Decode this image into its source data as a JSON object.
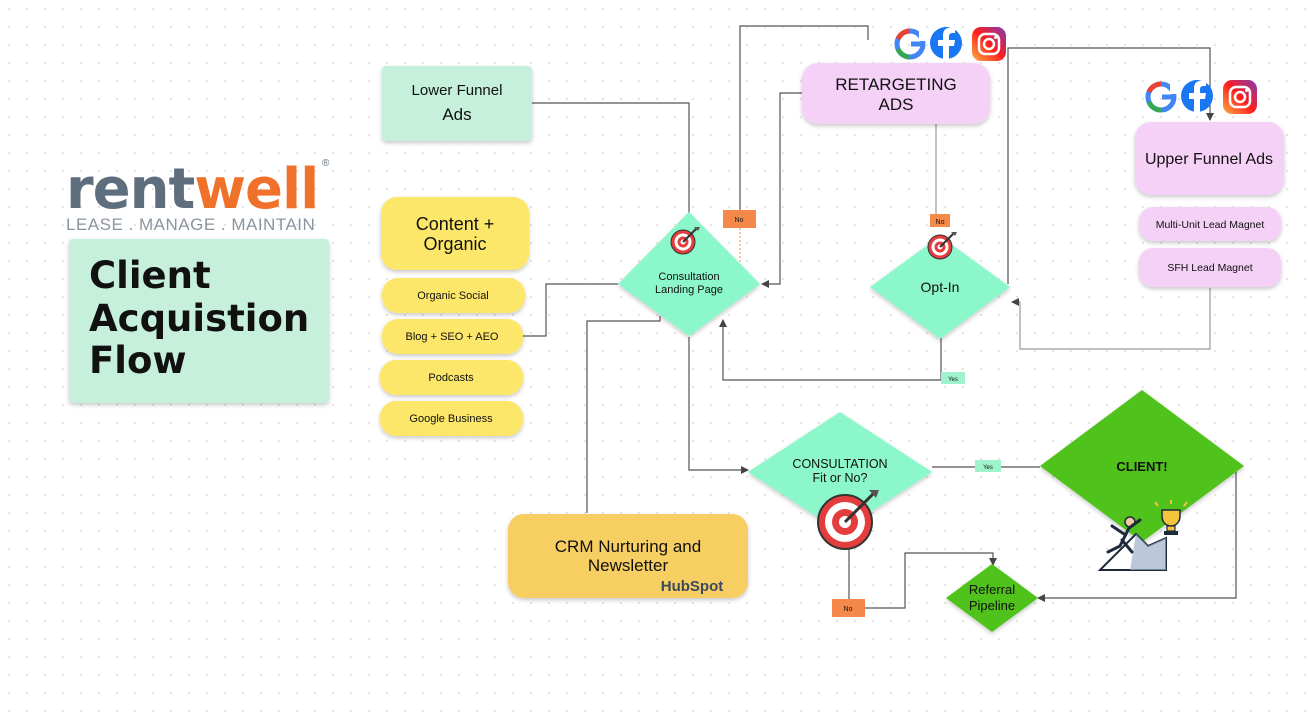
{
  "brand": {
    "logo_part1": "rent",
    "logo_part2": "well",
    "registered": "®",
    "tagline": "LEASE . MANAGE . MAINTAIN",
    "color_gray": "#5f6e7e",
    "color_orange": "#f0722a"
  },
  "title": {
    "line1": "Client",
    "line2": "Acquistion",
    "line3": "Flow"
  },
  "nodes": {
    "lower_funnel": {
      "line1": "Lower Funnel",
      "line2": "Ads"
    },
    "content": {
      "line1": "Content +",
      "line2": "Organic"
    },
    "organic_social": "Organic Social",
    "blog": "Blog + SEO + AEO",
    "podcasts": "Podcasts",
    "google_business": "Google Business",
    "retargeting": {
      "line1": "RETARGETING",
      "line2": "ADS"
    },
    "upper_funnel": "Upper Funnel Ads",
    "multi_unit": "Multi-Unit Lead Magnet",
    "sfh": "SFH Lead Magnet",
    "landing": {
      "line1": "Consultation",
      "line2": "Landing Page"
    },
    "optin": "Opt-In",
    "consultation": {
      "line1": "CONSULTATION",
      "line2": "Fit or No?"
    },
    "client": "CLIENT!",
    "crm": {
      "line1": "CRM Nurturing and",
      "line2": "Newsletter",
      "brand": "HubSpot"
    },
    "referral": {
      "line1": "Referral",
      "line2": "Pipeline"
    }
  },
  "labels": {
    "no_landing": "No",
    "no_optin": "No",
    "yes_optin": "Yes",
    "yes_client": "Yes",
    "no_consult": "No"
  },
  "icons": [
    "google-icon",
    "facebook-icon",
    "instagram-icon",
    "target-icon",
    "trophy-climber-icon"
  ],
  "colors": {
    "mint": "#c6efdc",
    "yellow": "#fde76a",
    "pink": "#f5d0f7",
    "aqua": "#8cf7cb",
    "green": "#4fc31b",
    "crm": "#f7ce62",
    "label_orange": "#f5894a",
    "label_green": "#9ff3cc"
  }
}
